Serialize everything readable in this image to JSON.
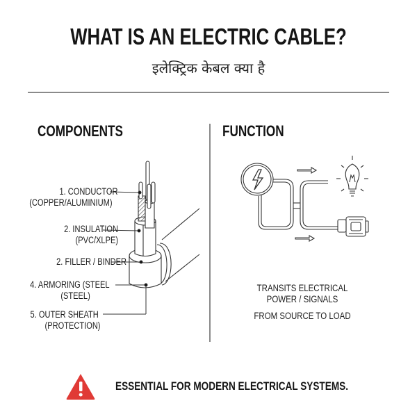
{
  "header": {
    "title": "WHAT IS AN ELECTRIC CABLE?",
    "subtitle_hindi": "इलेक्ट्रिक केबल क्या है"
  },
  "components": {
    "heading": "COMPONENTS",
    "items": [
      {
        "line1": "1. CONDUCTOR",
        "line2": "(COPPER/ALUMINIUM)"
      },
      {
        "line1": "2. INSULATION",
        "line2": "(PVC/XLPE)"
      },
      {
        "line1": "2. FILLER / BINDER",
        "line2": ""
      },
      {
        "line1": "4. ARMORING (STEEL",
        "line2": "(STEEL)"
      },
      {
        "line1": "5. OUTER SHEATH",
        "line2": "(PROTECTION)"
      }
    ]
  },
  "function": {
    "heading": "FUNCTION",
    "description": {
      "line1": "TRANSITS ELECTRICAL",
      "line2": "POWER / SIGNALS",
      "line3": "FROM SOURCE TO LOAD"
    },
    "icons": [
      "power-source-icon",
      "light-bulb-icon",
      "motor-icon",
      "arrow-right-icon"
    ]
  },
  "footer": {
    "text": "ESSENTIAL FOR MODERN ELECTRICAL SYSTEMS.",
    "icon": "warning-icon",
    "icon_color": "#e03a36"
  },
  "colors": {
    "text": "#151515",
    "rule": "#8a8a8a",
    "line_art": "#333333",
    "warning": "#e03a36"
  }
}
